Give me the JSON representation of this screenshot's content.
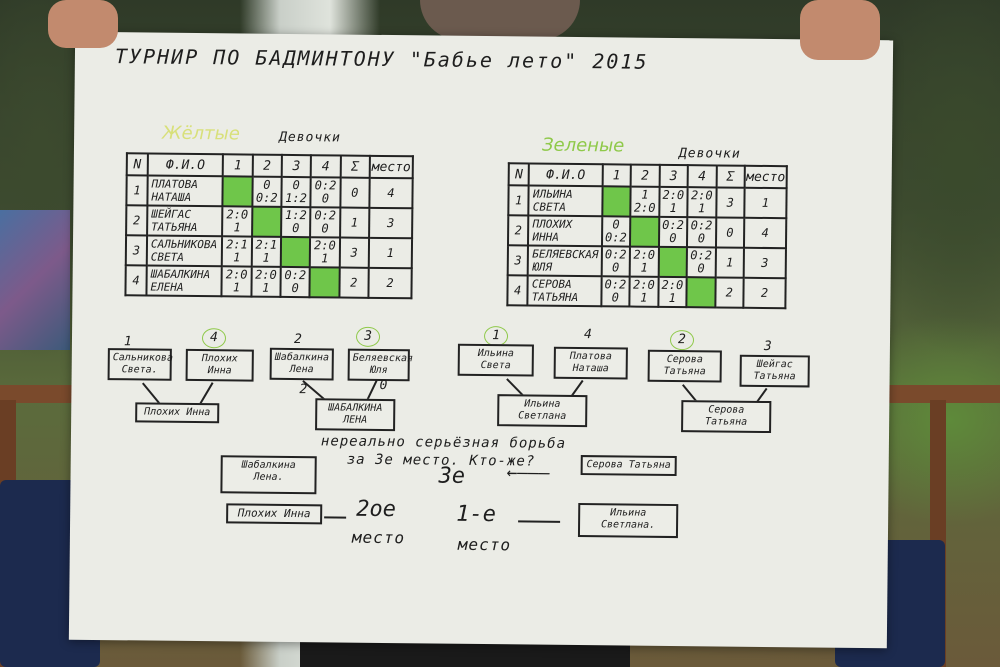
{
  "title": "ТУРНИР ПО БАДМИНТОНУ \"Бабье лето\" 2015",
  "yellow_group": {
    "name": "Жёлтые",
    "sub": "Девочки",
    "header": [
      "N",
      "Ф.И.О",
      "1",
      "2",
      "3",
      "4",
      "Σ",
      "место"
    ],
    "rows": [
      {
        "n": "1",
        "name": "ПЛАТОВА НАТАША",
        "c1": "",
        "c2": "0 0:2",
        "c3": "0 1:2",
        "c4": "0:2 0",
        "sum": "0",
        "place": "4"
      },
      {
        "n": "2",
        "name": "ШЕЙГАС ТАТЬЯНА",
        "c1": "2:0 1",
        "c2": "",
        "c3": "1:2 0",
        "c4": "0:2 0",
        "sum": "1",
        "place": "3"
      },
      {
        "n": "3",
        "name": "САЛЬНИКОВА СВЕТА",
        "c1": "2:1 1",
        "c2": "2:1 1",
        "c3": "",
        "c4": "2:0 1",
        "sum": "3",
        "place": "1"
      },
      {
        "n": "4",
        "name": "ШАБАЛКИНА ЕЛЕНА",
        "c1": "2:0 1",
        "c2": "2:0 1",
        "c3": "0:2 0",
        "c4": "",
        "sum": "2",
        "place": "2"
      }
    ]
  },
  "green_group": {
    "name": "Зеленые",
    "sub": "Девочки",
    "header": [
      "N",
      "Ф.И.О",
      "1",
      "2",
      "3",
      "4",
      "Σ",
      "место"
    ],
    "rows": [
      {
        "n": "1",
        "name": "ИЛЬИНА СВЕТА",
        "c1": "",
        "c2": "1 2:0",
        "c3": "2:0 1",
        "c4": "2:0 1",
        "sum": "3",
        "place": "1"
      },
      {
        "n": "2",
        "name": "ПЛОХИХ ИННА",
        "c1": "0 0:2",
        "c2": "",
        "c3": "0:2 0",
        "c4": "0:2 0",
        "sum": "0",
        "place": "4"
      },
      {
        "n": "3",
        "name": "БЕЛЯЕВСКАЯ ЮЛЯ",
        "c1": "0:2 0",
        "c2": "2:0 1",
        "c3": "",
        "c4": "0:2 0",
        "sum": "1",
        "place": "3"
      },
      {
        "n": "4",
        "name": "СЕРОВА ТАТЬЯНА",
        "c1": "0:2 0",
        "c2": "2:0 1",
        "c3": "2:0 1",
        "c4": "",
        "sum": "2",
        "place": "2"
      }
    ]
  },
  "bracket": {
    "seeds_left": [
      "1",
      "4",
      "2",
      "3"
    ],
    "seeds_right": [
      "1",
      "4",
      "2",
      "3"
    ],
    "boxes_left": [
      "Сальникова Света.",
      "Плохих Инна",
      "Шабалкина Лена",
      "Беляевская Юля"
    ],
    "boxes_right": [
      "Ильина Света",
      "Платова Наташа",
      "Серова Татьяна",
      "Шейгас Татьяна"
    ],
    "semi_left_winner": "Плохих Инна",
    "semi_left_winner2": "ШАБАЛКИНА ЛЕНА",
    "semi_left_score_a": "2",
    "semi_left_score_b": "0",
    "semi_right_winner": "Ильина Светлана",
    "semi_right_winner2": "Серова Татьяна",
    "note_line1": "нереально серьёзная борьба",
    "note_line2": "за 3е место. Кто-же?",
    "third_label": "3е",
    "third_left": "Шабалкина Лена.",
    "third_right": "Серова Татьяна",
    "final_left": "Плохих Инна",
    "final_right": "Ильина Светлана.",
    "second_place": "2ое",
    "second_place_sub": "место",
    "first_place": "1-е",
    "first_place_sub": "место"
  }
}
